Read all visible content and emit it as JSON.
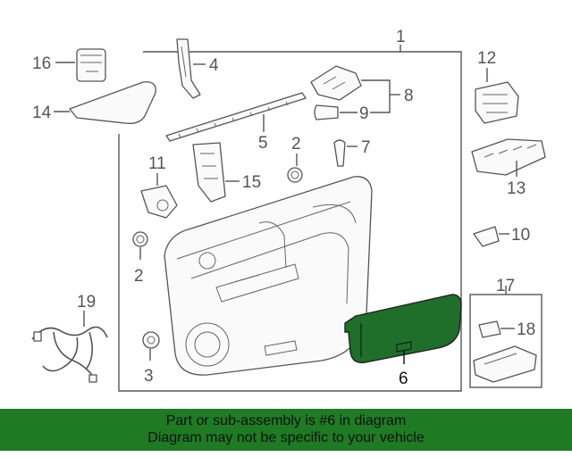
{
  "callouts": [
    "1",
    "2",
    "2",
    "3",
    "4",
    "5",
    "6",
    "7",
    "8",
    "9",
    "10",
    "11",
    "12",
    "13",
    "14",
    "15",
    "16",
    "17",
    "18",
    "19"
  ],
  "highlight_part": "6",
  "banner": {
    "line1": "Part or sub-assembly is #6 in diagram",
    "line2": "Diagram may not be specific to your vehicle"
  },
  "colors": {
    "highlight": "#1f6e2a",
    "banner": "#1f7a24",
    "line": "#555555"
  }
}
